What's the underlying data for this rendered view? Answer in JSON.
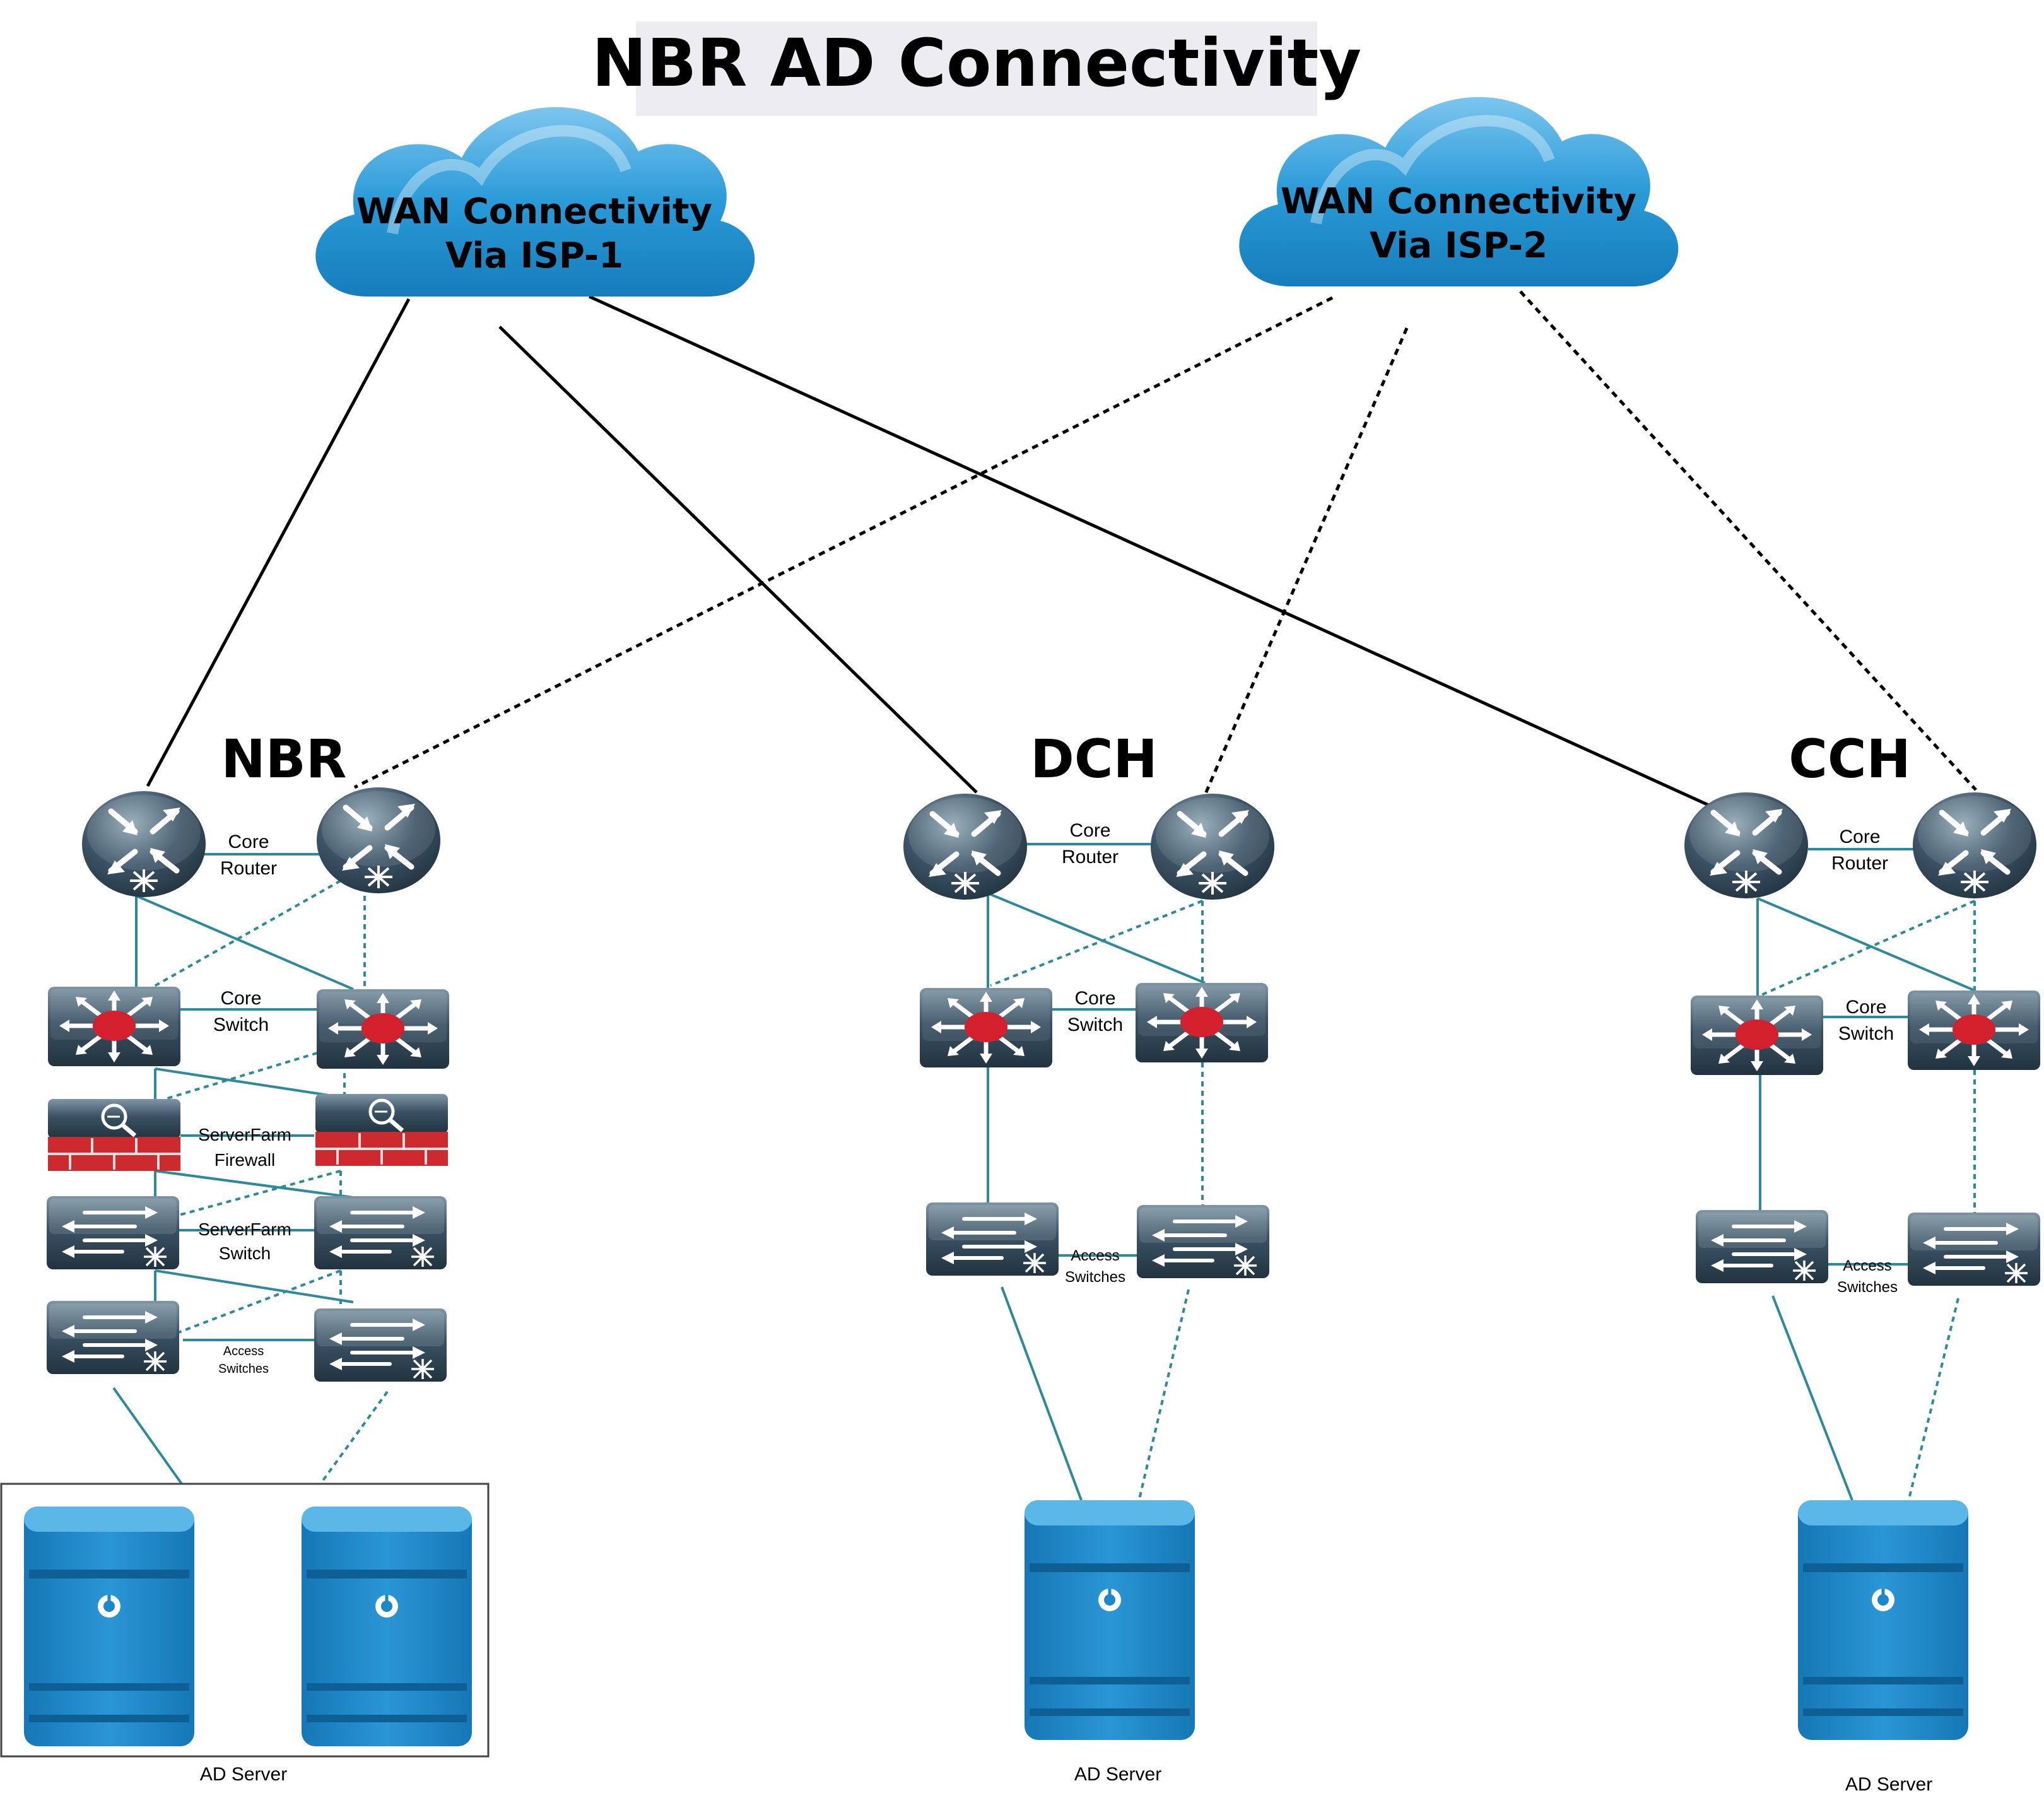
{
  "title": "NBR AD Connectivity",
  "clouds": {
    "isp1": {
      "line1": "WAN Connectivity",
      "line2": "Via ISP-1"
    },
    "isp2": {
      "line1": "WAN Connectivity",
      "line2": "Via ISP-2"
    }
  },
  "sites": {
    "nbr": {
      "name": "NBR",
      "core_router": {
        "line1": "Core",
        "line2": "Router"
      },
      "core_switch": {
        "line1": "Core",
        "line2": "Switch"
      },
      "firewall": {
        "line1": "ServerFarm",
        "line2": "Firewall"
      },
      "serverfarm_switch": {
        "line1": "ServerFarm",
        "line2": "Switch"
      },
      "access_switches": {
        "line1": "Access",
        "line2": "Switches"
      },
      "server_label": "AD Server"
    },
    "dch": {
      "name": "DCH",
      "core_router": {
        "line1": "Core",
        "line2": "Router"
      },
      "core_switch": {
        "line1": "Core",
        "line2": "Switch"
      },
      "access_switches": {
        "line1": "Access",
        "line2": "Switches"
      },
      "server_label": "AD Server"
    },
    "cch": {
      "name": "CCH",
      "core_router": {
        "line1": "Core",
        "line2": "Router"
      },
      "core_switch": {
        "line1": "Core",
        "line2": "Switch"
      },
      "access_switches": {
        "line1": "Access",
        "line2": "Switches"
      },
      "server_label": "AD Server"
    }
  },
  "colors": {
    "device_dark": "#2b3f4e",
    "device_light": "#6d8796",
    "cloud_blue": "#1e8fcf",
    "server_blue": "#1c87c9",
    "link_teal": "#2c8a9a",
    "router_red": "#d4202c",
    "firewall_red": "#cc2a2f"
  },
  "icons": {
    "router": "router-icon",
    "core_switch": "layer3-switch-icon",
    "firewall": "firewall-icon",
    "access_switch": "workgroup-switch-icon",
    "server": "server-icon",
    "cloud": "cloud-icon"
  }
}
